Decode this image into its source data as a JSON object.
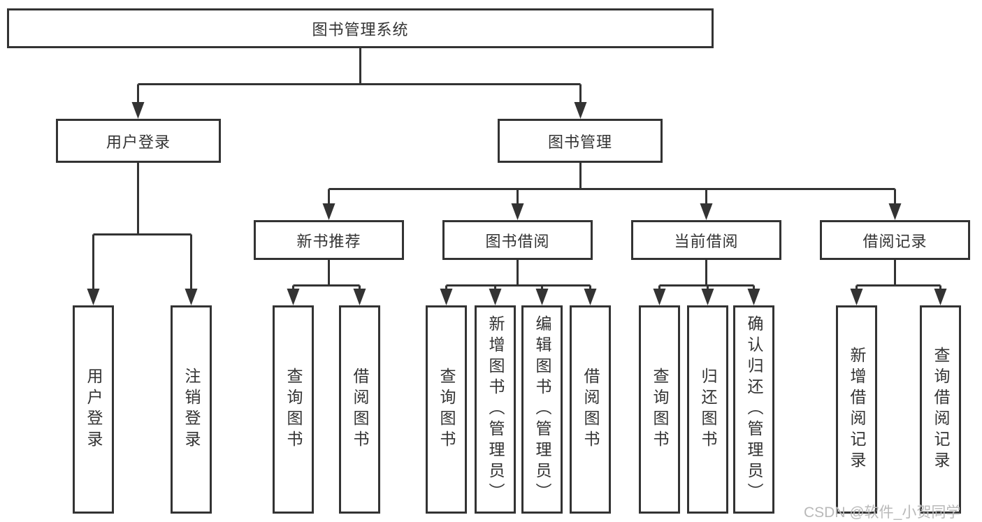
{
  "diagram": {
    "type": "hierarchy-tree",
    "root": {
      "label": "图书管理系统"
    },
    "user_login": {
      "label": "用户登录",
      "children": [
        {
          "label": "用户登录"
        },
        {
          "label": "注销登录"
        }
      ]
    },
    "book_mgmt": {
      "label": "图书管理",
      "groups": [
        {
          "label": "新书推荐",
          "children": [
            {
              "label": "查询图书"
            },
            {
              "label": "借阅图书"
            }
          ]
        },
        {
          "label": "图书借阅",
          "children": [
            {
              "label": "查询图书"
            },
            {
              "label": "新增图书（管理员）"
            },
            {
              "label": "编辑图书（管理员）"
            },
            {
              "label": "借阅图书"
            }
          ]
        },
        {
          "label": "当前借阅",
          "children": [
            {
              "label": "查询图书"
            },
            {
              "label": "归还图书"
            },
            {
              "label": "确认归还（管理员）"
            }
          ]
        },
        {
          "label": "借阅记录",
          "children": [
            {
              "label": "新增借阅记录"
            },
            {
              "label": "查询借阅记录"
            }
          ]
        }
      ]
    }
  },
  "watermark": {
    "text": "CSDN @软件_小贺同学"
  },
  "colors": {
    "line": "#333333",
    "text": "#333333",
    "background": "#ffffff",
    "watermark": "#b9b9b9"
  }
}
